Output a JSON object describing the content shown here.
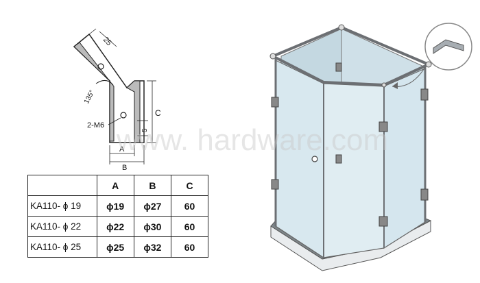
{
  "drawing": {
    "dim_top": "25",
    "dim_angle": "135°",
    "dim_c": "C",
    "dim_5": "5",
    "dim_hole": "2-M6",
    "dim_a": "A",
    "dim_b": "B"
  },
  "table": {
    "headers": [
      "",
      "A",
      "B",
      "C"
    ],
    "rows": [
      {
        "model": "KA110- ϕ 19",
        "a": "ϕ19",
        "b": "ϕ27",
        "c": "60"
      },
      {
        "model": "KA110- ϕ 22",
        "a": "ϕ22",
        "b": "ϕ30",
        "c": "60"
      },
      {
        "model": "KA110- ϕ 25",
        "a": "ϕ25",
        "b": "ϕ32",
        "c": "60"
      }
    ]
  },
  "watermark": "www.        hardware.com",
  "colors": {
    "line": "#222222",
    "glass": "#d4e6ee",
    "glass_dark": "#a9bec8",
    "frame": "#6c6f73"
  }
}
